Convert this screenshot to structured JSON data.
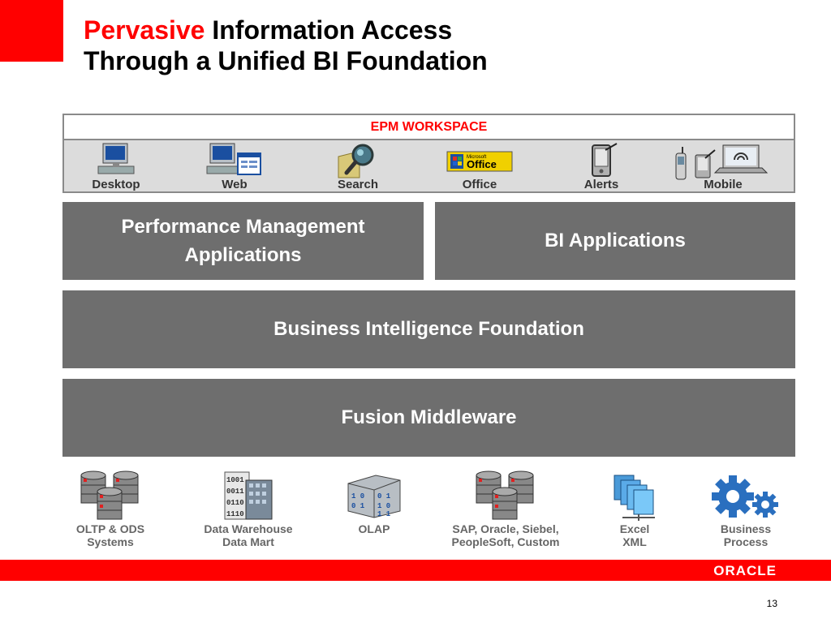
{
  "title": {
    "highlight": "Pervasive",
    "line1_rest": " Information Access",
    "line2": "Through a Unified BI Foundation"
  },
  "epm": {
    "header": "EPM WORKSPACE",
    "items": [
      {
        "label": "Desktop",
        "icon": "desktop-computer-icon"
      },
      {
        "label": "Web",
        "icon": "web-browser-icon"
      },
      {
        "label": "Search",
        "icon": "search-magnifier-icon"
      },
      {
        "label": "Office",
        "icon": "microsoft-office-icon",
        "badge_small": "Microsoft",
        "badge_main": "Office"
      },
      {
        "label": "Alerts",
        "icon": "pda-alert-icon"
      },
      {
        "label": "Mobile",
        "icon": "mobile-devices-icon"
      }
    ]
  },
  "layers": {
    "pm_apps_line1": "Performance Management",
    "pm_apps_line2": "Applications",
    "bi_apps": "BI Applications",
    "bi_foundation": "Business Intelligence Foundation",
    "fusion": "Fusion Middleware"
  },
  "sources": [
    {
      "line1": "OLTP & ODS",
      "line2": "Systems",
      "icon": "database-cluster-icon"
    },
    {
      "line1": "Data Warehouse",
      "line2": "Data Mart",
      "icon": "data-warehouse-building-icon"
    },
    {
      "line1": "OLAP",
      "line2": "",
      "icon": "olap-cube-icon"
    },
    {
      "line1": "SAP, Oracle, Siebel,",
      "line2": "PeopleSoft, Custom",
      "icon": "database-cluster-icon"
    },
    {
      "line1": "Excel",
      "line2": "XML",
      "icon": "xml-documents-icon"
    },
    {
      "line1": "Business",
      "line2": "Process",
      "icon": "gears-icon"
    }
  ],
  "footer": {
    "brand": "ORACLE",
    "page_number": "13"
  },
  "colors": {
    "accent_red": "#ff0000",
    "layer_gray": "#6e6e6e"
  }
}
